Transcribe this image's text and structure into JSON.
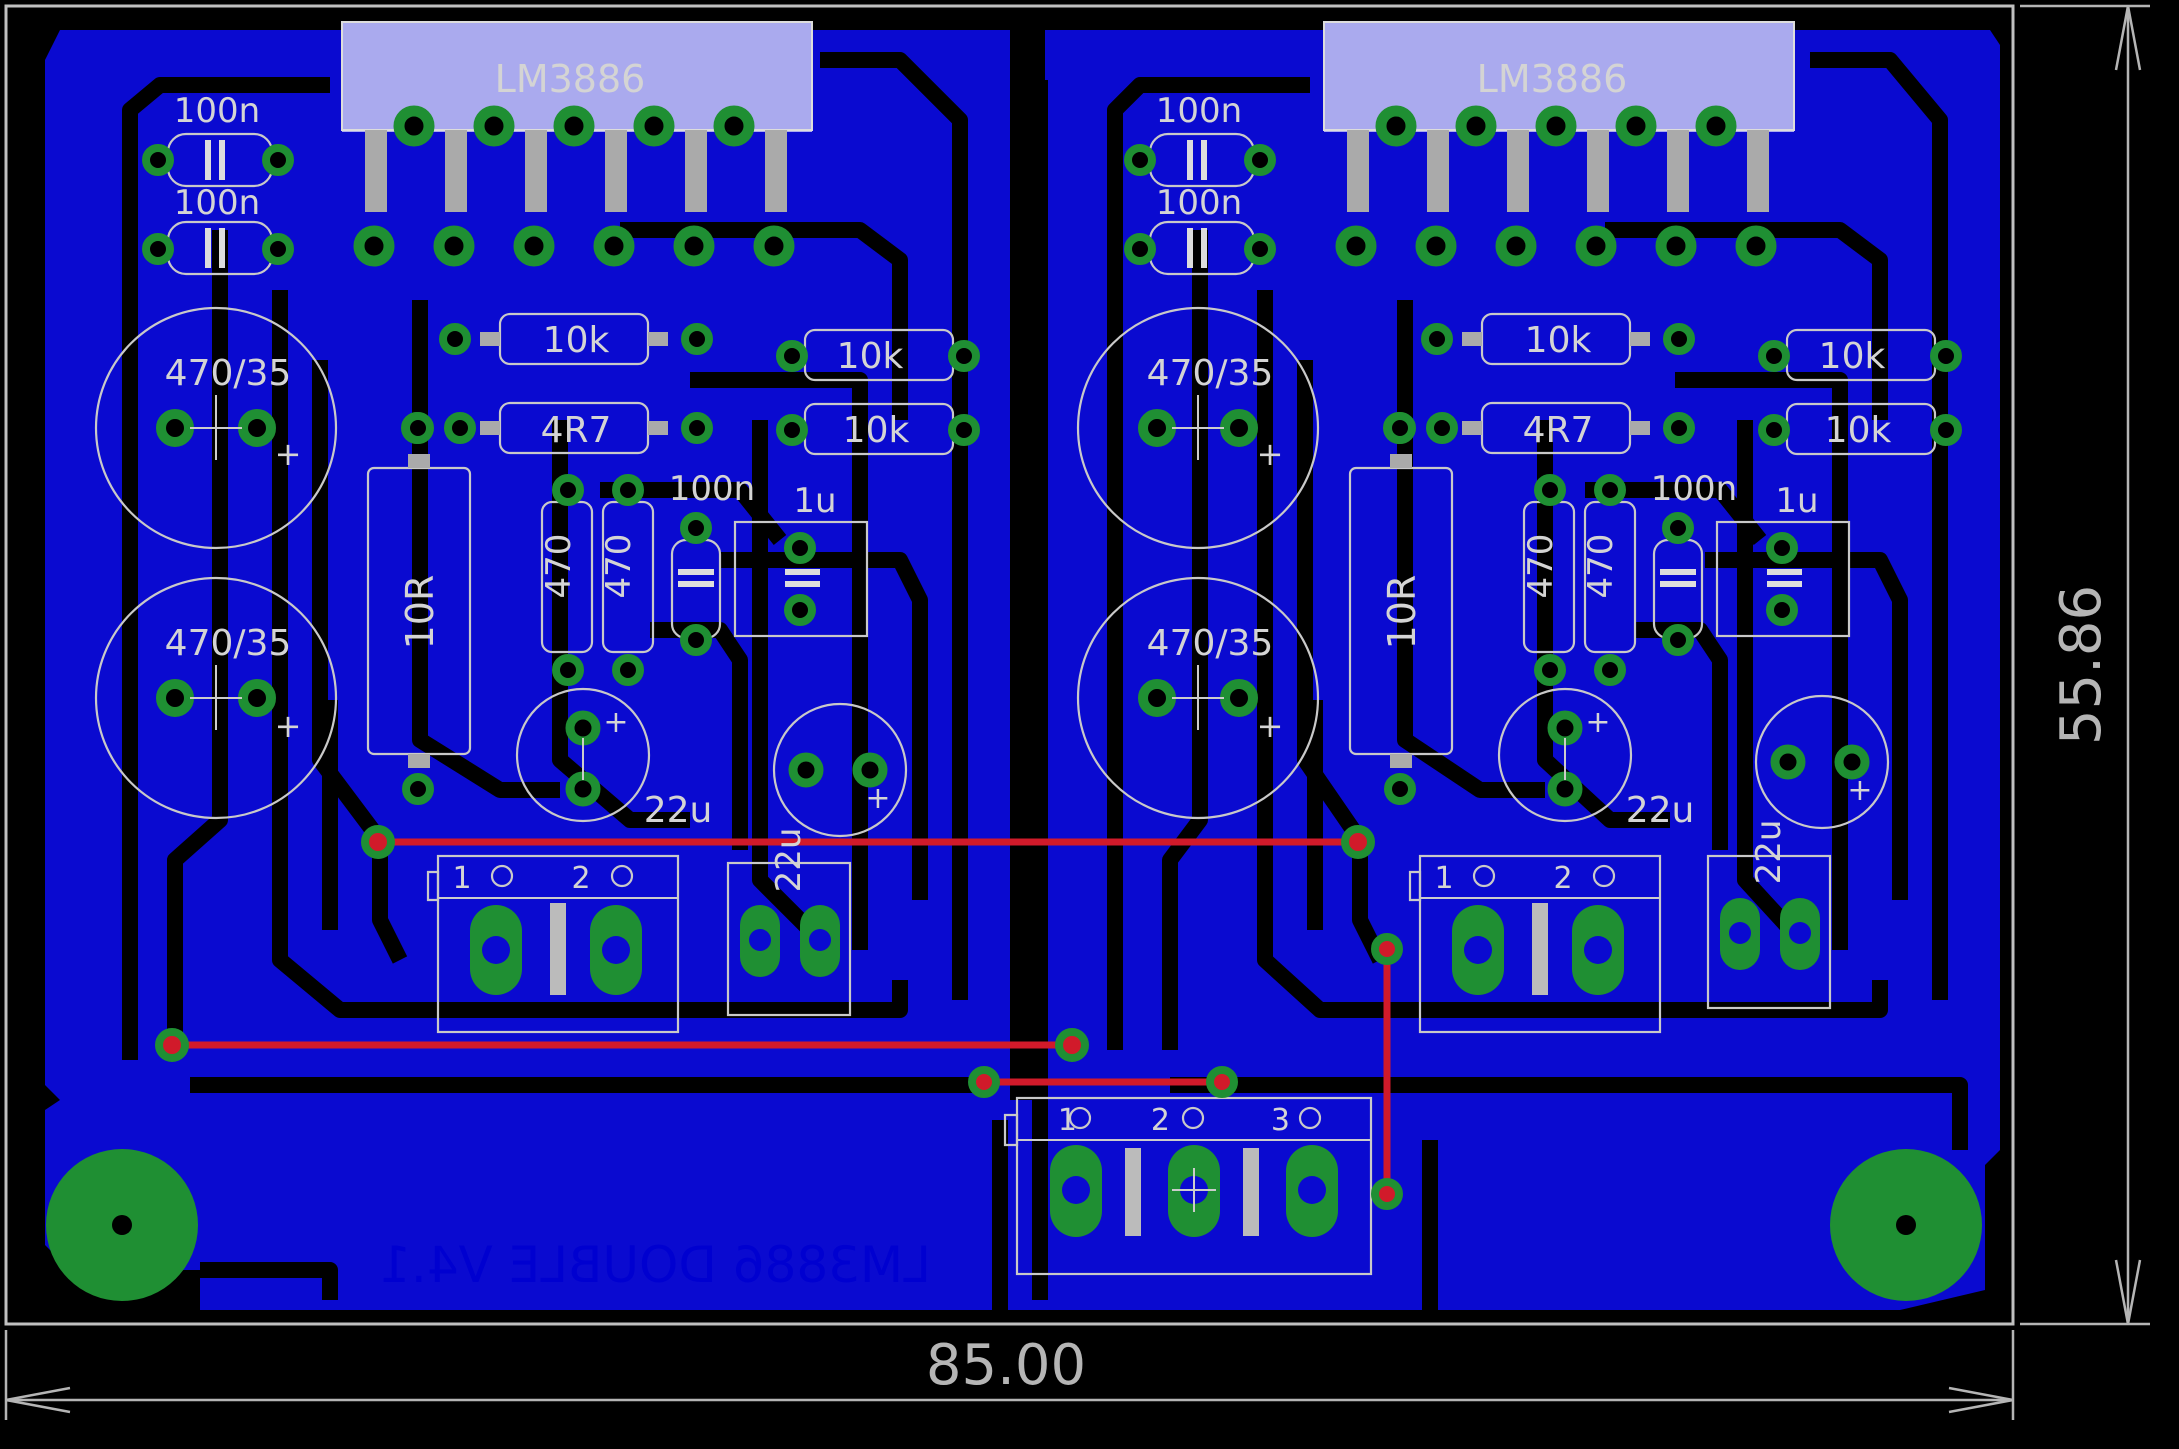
{
  "colors": {
    "background": "#000000",
    "copper_bottom": "#0a0ad0",
    "pad": "#1f8f33",
    "trace_top": "#d11a2a",
    "silkscreen": "#cfcfcf",
    "outline": "#c0c0c0",
    "ic_outline": "#aaaaee"
  },
  "board": {
    "label": "LM3886 DOUBLE V4.1",
    "width_dimension": "85.00",
    "height_dimension": "55.86"
  },
  "channels": [
    {
      "ic": "LM3886",
      "small_caps": [
        "100n",
        "100n"
      ],
      "resistors_a": [
        "10k",
        "4R7"
      ],
      "resistors_b": [
        "10k",
        "10k"
      ],
      "power_caps": [
        "470/35",
        "470/35"
      ],
      "power_resistor": "10R",
      "feedback_resistors": [
        "470",
        "470"
      ],
      "film_cap": "100n",
      "input_cap": "1u",
      "electrolytics": [
        "22u",
        "22u"
      ],
      "connector_pins": [
        "1",
        "2"
      ],
      "polarity_mark": "+"
    },
    {
      "ic": "LM3886",
      "small_caps": [
        "100n",
        "100n"
      ],
      "resistors_a": [
        "10k",
        "4R7"
      ],
      "resistors_b": [
        "10k",
        "10k"
      ],
      "power_caps": [
        "470/35",
        "470/35"
      ],
      "power_resistor": "10R",
      "feedback_resistors": [
        "470",
        "470"
      ],
      "film_cap": "100n",
      "input_cap": "1u",
      "electrolytics": [
        "22u",
        "22u"
      ],
      "connector_pins": [
        "1",
        "2"
      ],
      "polarity_mark": "+"
    }
  ],
  "power_connector_pins": [
    "1",
    "2",
    "3"
  ]
}
